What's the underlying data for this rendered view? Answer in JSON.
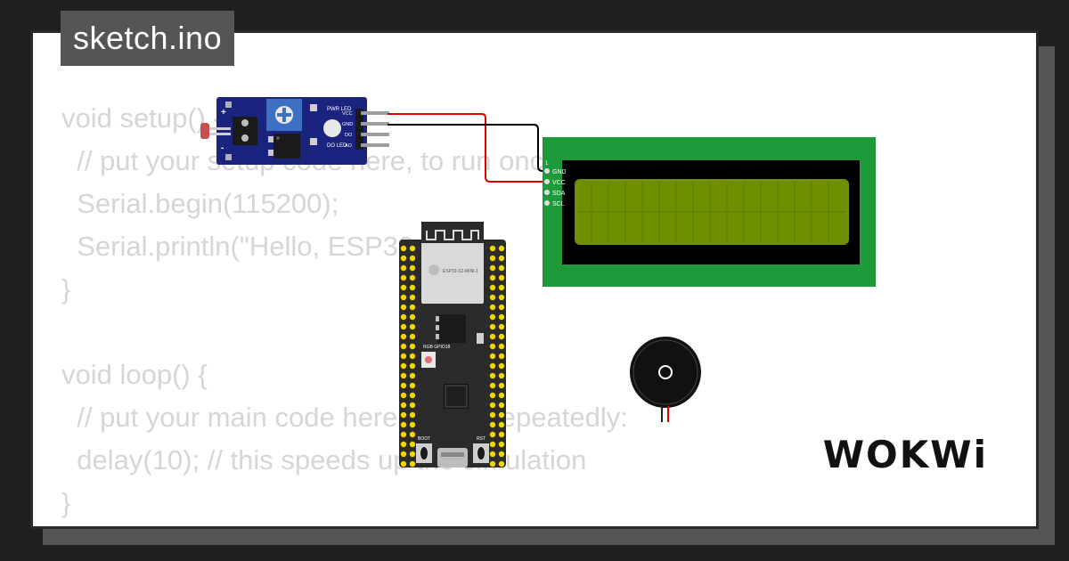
{
  "title": "sketch.ino",
  "code_lines": [
    "void setup() {",
    "  // put your setup code here, to run once:",
    "  Serial.begin(115200);",
    "  Serial.println(\"Hello, ESP32-S2!\");",
    "}",
    "",
    "void loop() {",
    "  // put your main code here, to run repeatedly:",
    "  delay(10); // this speeds up the simulation",
    "}"
  ],
  "brand": "WOKWi",
  "components": {
    "ldr_module": {
      "pin_labels": [
        "VCC",
        "GND",
        "DO",
        "AO"
      ],
      "led_labels": [
        "PWR LED",
        "DO LED"
      ]
    },
    "lcd": {
      "pin_labels": [
        "GND",
        "VCC",
        "SDA",
        "SCL"
      ],
      "index_label": "1"
    },
    "esp32": {
      "module_label": "ESP32-S2-MINI-1",
      "rgb_label": "RGB GPIO18",
      "boot_label": "BOOT",
      "rst_label": "RST"
    },
    "buzzer": {}
  },
  "colors": {
    "background": "#1f1f1f",
    "card": "#ffffff",
    "code_text": "#d6d6d6",
    "title_badge": "#555555",
    "lcd_board": "#1e9a3a",
    "lcd_screen": "#6f8f00",
    "module_board": "#1a237e",
    "esp_board": "#2b2b2b",
    "pin_yellow": "#f2d600",
    "wire_red": "#e00000",
    "wire_black": "#000000"
  }
}
